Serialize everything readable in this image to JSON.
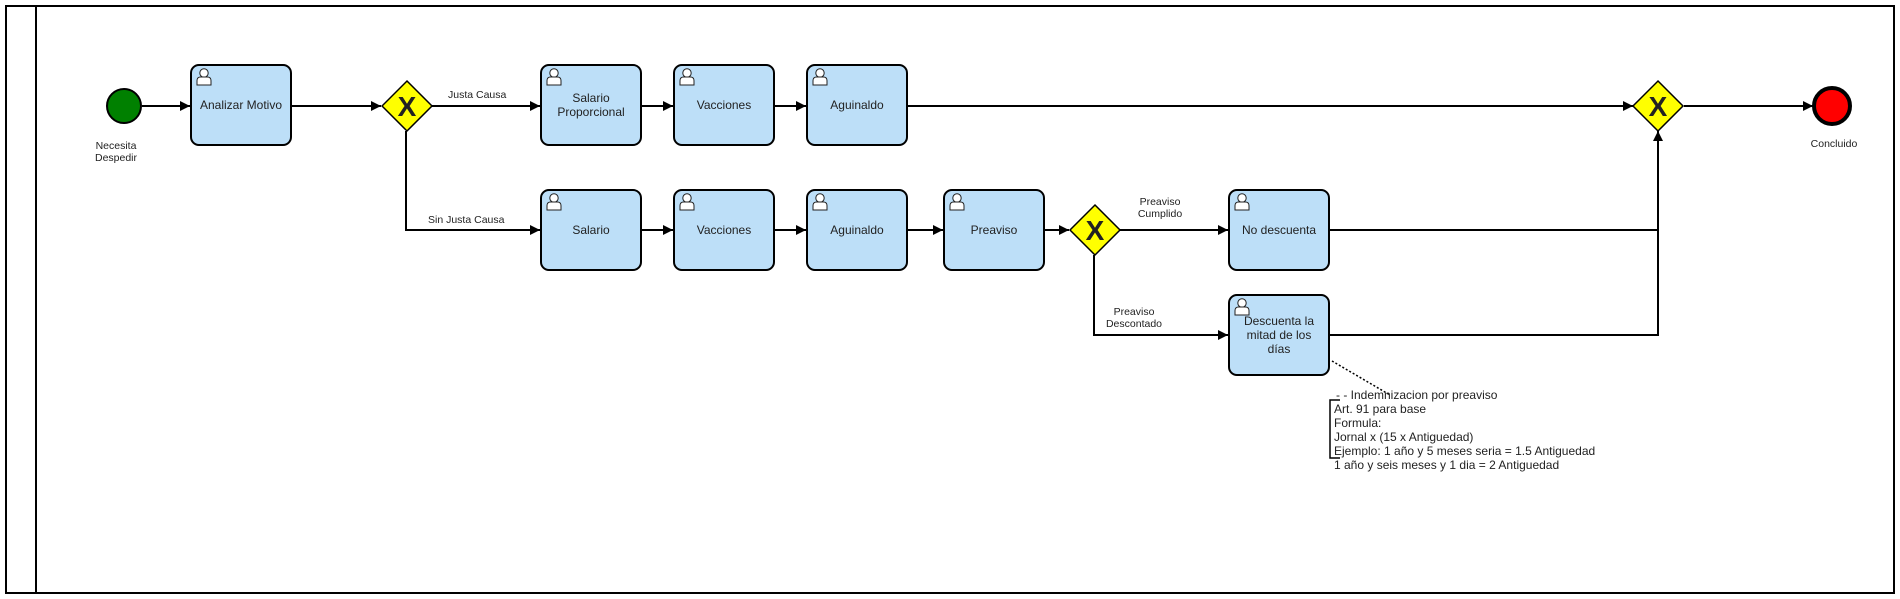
{
  "events": {
    "start": {
      "label_lines": [
        "Necesita",
        "Despedir"
      ],
      "color": "#008000"
    },
    "end": {
      "label": "Concluido",
      "color": "#ff0000"
    }
  },
  "tasks": {
    "analizar": {
      "lines": [
        "Analizar Motivo"
      ]
    },
    "salario_proporcional": {
      "lines": [
        "Salario",
        "Proporcional"
      ]
    },
    "vacciones_1": {
      "lines": [
        "Vacciones"
      ]
    },
    "aguinaldo_1": {
      "lines": [
        "Aguinaldo"
      ]
    },
    "salario": {
      "lines": [
        "Salario"
      ]
    },
    "vacciones_2": {
      "lines": [
        "Vacciones"
      ]
    },
    "aguinaldo_2": {
      "lines": [
        "Aguinaldo"
      ]
    },
    "preaviso": {
      "lines": [
        "Preaviso"
      ]
    },
    "no_descuenta": {
      "lines": [
        "No descuenta"
      ]
    },
    "descuenta": {
      "lines": [
        "Descuenta la",
        "mitad de los",
        "días"
      ]
    }
  },
  "flows": {
    "justa_causa": "Justa Causa",
    "sin_justa_causa": "Sin Justa Causa",
    "preaviso_cumplido": [
      "Preaviso",
      "Cumplido"
    ],
    "preaviso_descontado": [
      "Preaviso",
      "Descontado"
    ]
  },
  "gateway": {
    "symbol": "X",
    "fill": "#ffff00"
  },
  "annotation": {
    "lines": [
      "- - Indemnizacion por preaviso",
      "Art. 91 para base",
      "Formula:",
      "Jornal x (15 x Antiguedad)",
      "Ejemplo: 1 año y 5 meses seria = 1.5 Antiguedad",
      "1 año y seis meses y 1 dia = 2 Antiguedad"
    ]
  },
  "colors": {
    "task_fill": "#bddff8",
    "stroke": "#000000"
  }
}
